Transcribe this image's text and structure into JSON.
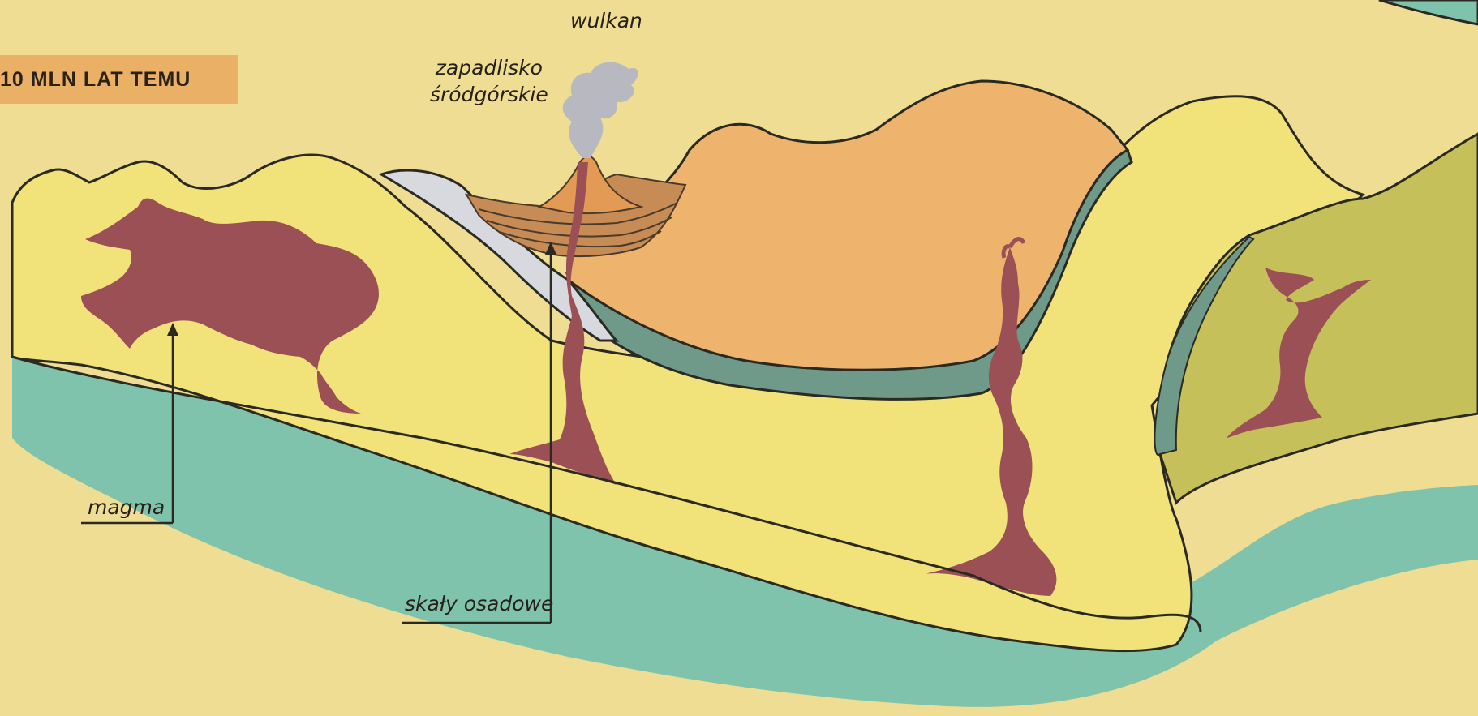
{
  "badge": {
    "text": "10 MLN LAT TEMU"
  },
  "labels": {
    "wulkan": "wulkan",
    "zapadlisko_line1": "zapadlisko",
    "zapadlisko_line2": "śródgórskie",
    "magma": "magma",
    "skaly": "skały osadowe"
  },
  "colors": {
    "background": "#eedd92",
    "pale_yellow_rock": "#f1e37a",
    "teal_base": "#7fc3ac",
    "magma": "#9b5056",
    "sediment_orange": "#eeb36c",
    "grey_green_layer": "#6f9a8a",
    "light_grey_layer": "#d8d8df",
    "olive_block": "#c6c05a",
    "smoke": "#b8b8c0",
    "outline": "#2a2a22",
    "badge": "#e9b066"
  }
}
